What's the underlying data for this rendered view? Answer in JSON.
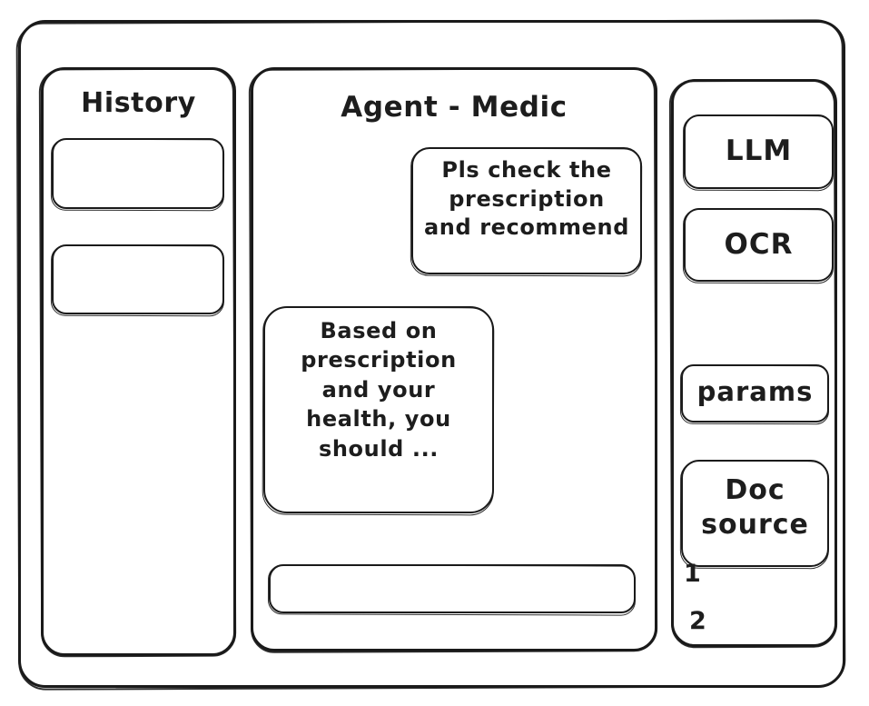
{
  "window": {
    "frame_name": "app-window"
  },
  "sidebar": {
    "title": "History",
    "items": [
      {
        "label": ""
      },
      {
        "label": ""
      }
    ]
  },
  "main": {
    "title": "Agent - Medic",
    "messages": [
      {
        "role": "user",
        "text": "Pls check the\nprescription\nand recommend"
      },
      {
        "role": "assistant",
        "text": "Based on\nprescription\nand your\nhealth, you\nshould ..."
      }
    ],
    "input": {
      "value": "",
      "placeholder": ""
    }
  },
  "tools": {
    "items": [
      {
        "label": "LLM"
      },
      {
        "label": "OCR"
      },
      {
        "label": "params"
      },
      {
        "label": "Doc\nsource"
      }
    ],
    "source_markers": [
      "1",
      "2"
    ]
  },
  "colors": {
    "ink": "#1a1a1a",
    "background": "#ffffff"
  }
}
